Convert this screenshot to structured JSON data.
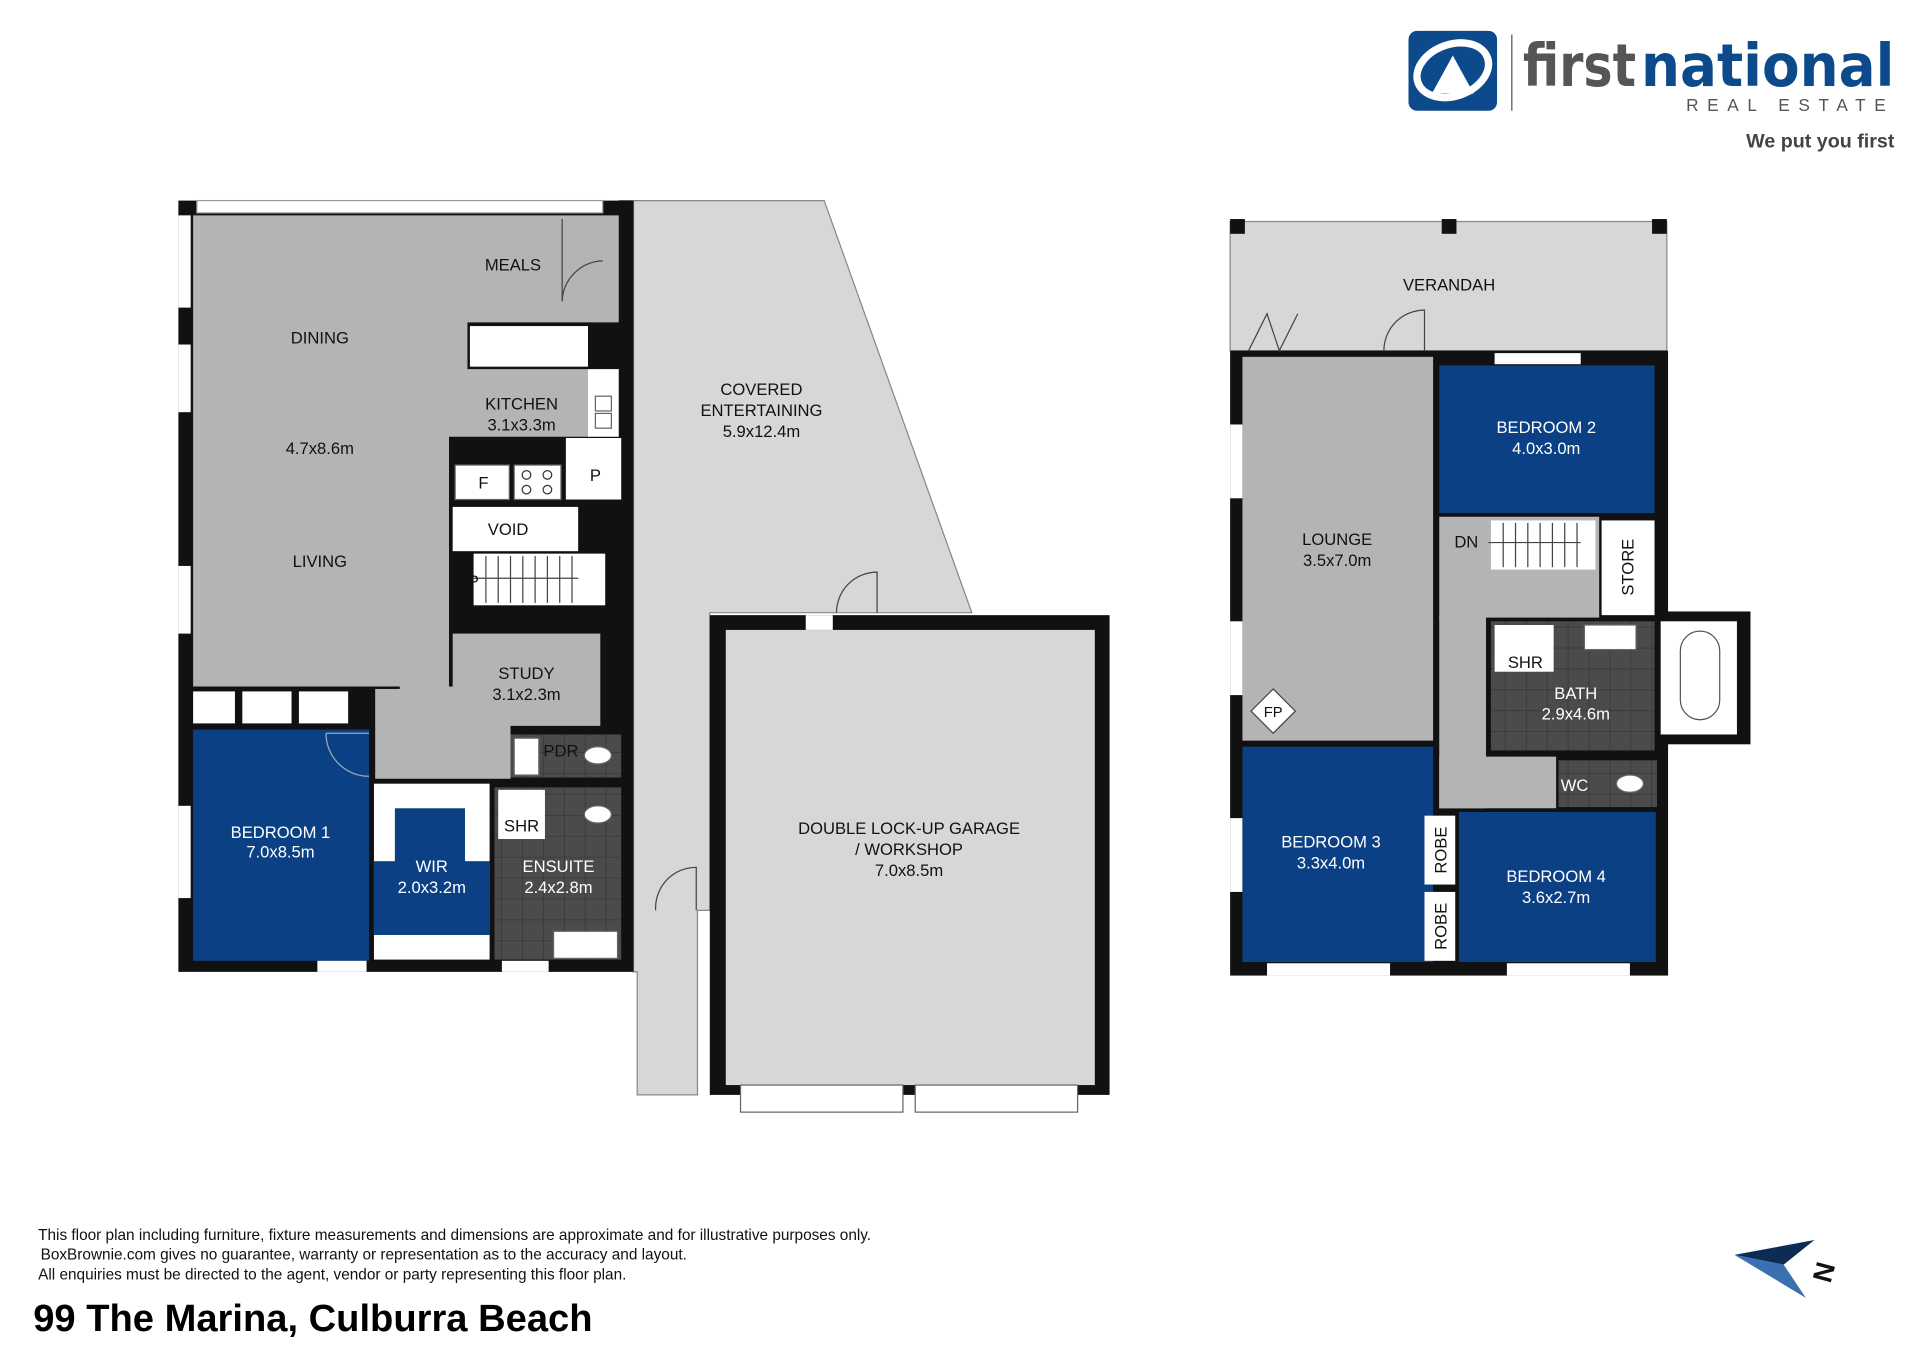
{
  "brand": {
    "name_part1": "first",
    "name_part2": "national",
    "subtitle": "REAL ESTATE",
    "tagline": "We put you first",
    "color_blue": "#0d4a8c",
    "color_grey": "#555555"
  },
  "ground_floor": {
    "meals": "MEALS",
    "dining": "DINING",
    "living_dims": "4.7x8.6m",
    "living": "LIVING",
    "kitchen": "KITCHEN",
    "kitchen_dims": "3.1x3.3m",
    "fridge": "F",
    "pantry": "P",
    "void": "VOID",
    "up": "UP",
    "study": "STUDY",
    "study_dims": "3.1x2.3m",
    "pdr": "PDR",
    "shr": "SHR",
    "ensuite": "ENSUITE",
    "ensuite_dims": "2.4x2.8m",
    "bedroom1": "BEDROOM 1",
    "bedroom1_dims": "7.0x8.5m",
    "wir": "WIR",
    "wir_dims": "2.0x3.2m",
    "covered_line1": "COVERED",
    "covered_line2": "ENTERTAINING",
    "covered_dims": "5.9x12.4m",
    "garage_line1": "DOUBLE LOCK-UP GARAGE",
    "garage_line2": "/ WORKSHOP",
    "garage_dims": "7.0x8.5m"
  },
  "upper_floor": {
    "verandah": "VERANDAH",
    "lounge": "LOUNGE",
    "lounge_dims": "3.5x7.0m",
    "bedroom2": "BEDROOM 2",
    "bedroom2_dims": "4.0x3.0m",
    "dn": "DN",
    "store": "STORE",
    "shr": "SHR",
    "bath": "BATH",
    "bath_dims": "2.9x4.6m",
    "fp": "FP",
    "wc": "WC",
    "bedroom3": "BEDROOM 3",
    "bedroom3_dims": "3.3x4.0m",
    "robe1": "ROBE",
    "robe2": "ROBE",
    "bedroom4": "BEDROOM 4",
    "bedroom4_dims": "3.6x2.7m"
  },
  "disclaimer": {
    "line1": "This floor plan including furniture, fixture measurements and dimensions are approximate and for illustrative purposes only.",
    "line2": "BoxBrownie.com gives no guarantee, warranty or representation as to the accuracy and layout.",
    "line3": "All enquiries must be directed to the agent, vendor or party representing this floor plan."
  },
  "address": "99 The Marina, Culburra Beach",
  "compass": {
    "label": "N"
  },
  "colors": {
    "bedroom": "#0b4184",
    "living": "#b4b4b4",
    "outdoor": "#d7d7d7",
    "wet": "#4b4b4b",
    "wall": "#111111"
  }
}
